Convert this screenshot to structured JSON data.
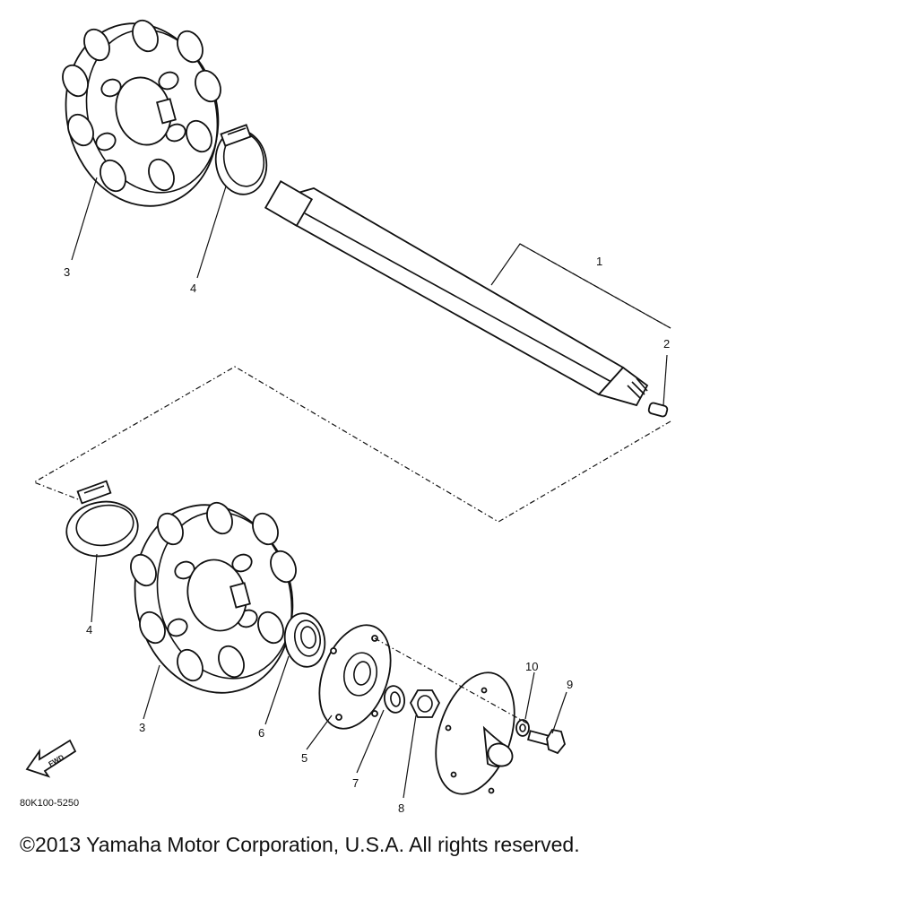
{
  "diagram": {
    "callouts": [
      "1",
      "2",
      "3",
      "4",
      "3",
      "4",
      "5",
      "6",
      "7",
      "8",
      "9",
      "10"
    ],
    "drawing_code": "80K100-5250",
    "fwd_arrow_text": "FWD",
    "copyright": "©2013 Yamaha Motor Corporation, U.S.A. All rights reserved."
  },
  "colors": {
    "ink": "#111111",
    "background": "#ffffff"
  }
}
